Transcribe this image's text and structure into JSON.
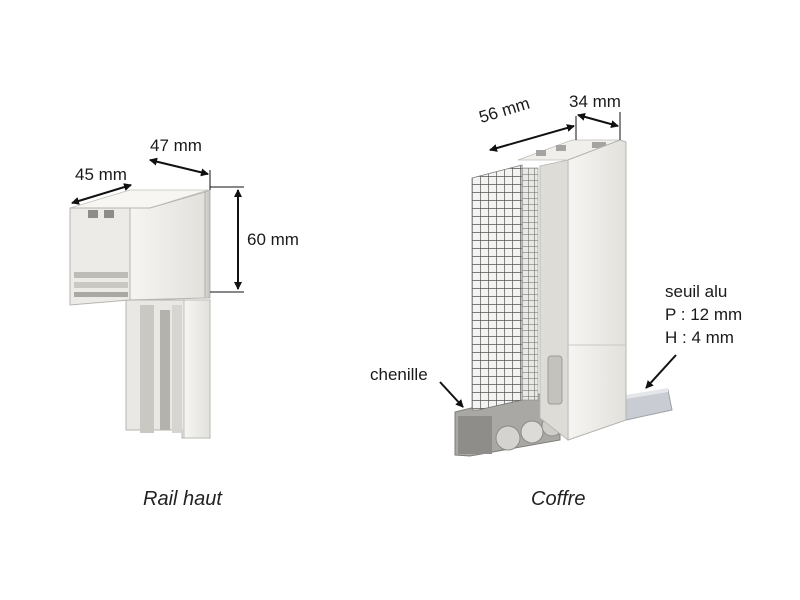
{
  "rail_haut": {
    "caption": "Rail haut",
    "dim_width": "45 mm",
    "dim_depth": "47 mm",
    "dim_height": "60 mm"
  },
  "coffre": {
    "caption": "Coffre",
    "dim_depth": "56 mm",
    "dim_width": "34 mm",
    "chenille_label": "chenille",
    "seuil": {
      "title": "seuil alu",
      "depth": "P : 12 mm",
      "height": "H : 4 mm"
    }
  },
  "colors": {
    "profile_light": "#f1f0ec",
    "profile_mid": "#dcdbd6",
    "profile_dark": "#b9b8b3",
    "mesh": "#5a5a5a",
    "arrow": "#111111"
  }
}
